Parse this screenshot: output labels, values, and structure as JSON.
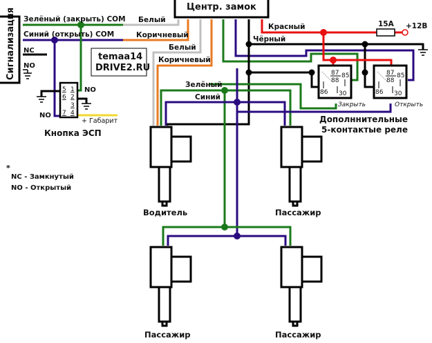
{
  "colors": {
    "green": "#1a7a1a",
    "blue": "#2a0a80",
    "white_wire": "#c0c0c0",
    "brown": "#e87a20",
    "red": "#e81010",
    "black": "#000000",
    "yellow": "#f0d830"
  },
  "blocks": {
    "alarm": "Сигнализация",
    "central_lock": "Центр. замок",
    "watermark_line1": "temaa14",
    "watermark_line2": "DRIVE2.RU"
  },
  "alarm_outputs": {
    "green_close_com": "Зелёный (закрыть) COM",
    "blue_open_com": "Синий (открыть) COM",
    "nc": "NC",
    "no": "NO"
  },
  "wire_labels": {
    "white_1": "Белый",
    "brown_1": "Коричневый",
    "white_2": "Белый",
    "brown_2": "Коричневый",
    "red": "Красный",
    "black": "Чёрный",
    "green": "Зелёный",
    "blue": "Синий"
  },
  "power": {
    "fuse": "15A",
    "supply": "+12В"
  },
  "button": {
    "title": "Кнопка ЭСП",
    "pins": [
      "5",
      "1",
      "6",
      "2",
      "3",
      "7",
      "4"
    ],
    "no_right": "NO",
    "no_left": "NO",
    "parking_light": "+ Габарит"
  },
  "relays": {
    "title_line1": "Дополннительные",
    "title_line2": "5-контактые реле",
    "items": [
      {
        "name": "Закрыть",
        "pin87": "87",
        "pin88": "88",
        "pin85": "85",
        "pin86": "86",
        "pin30": "30"
      },
      {
        "name": "Открыть",
        "pin87": "87",
        "pin88": "88",
        "pin85": "85",
        "pin86": "86",
        "pin30": "30"
      }
    ]
  },
  "actuators": {
    "driver": "Водитель",
    "passenger_front": "Пассажир",
    "passenger_rear_left": "Пассажир",
    "passenger_rear_right": "Пассажир"
  },
  "legend": {
    "star": "*",
    "nc": "NC - Замкнутый",
    "no": "NO - Открытый"
  }
}
